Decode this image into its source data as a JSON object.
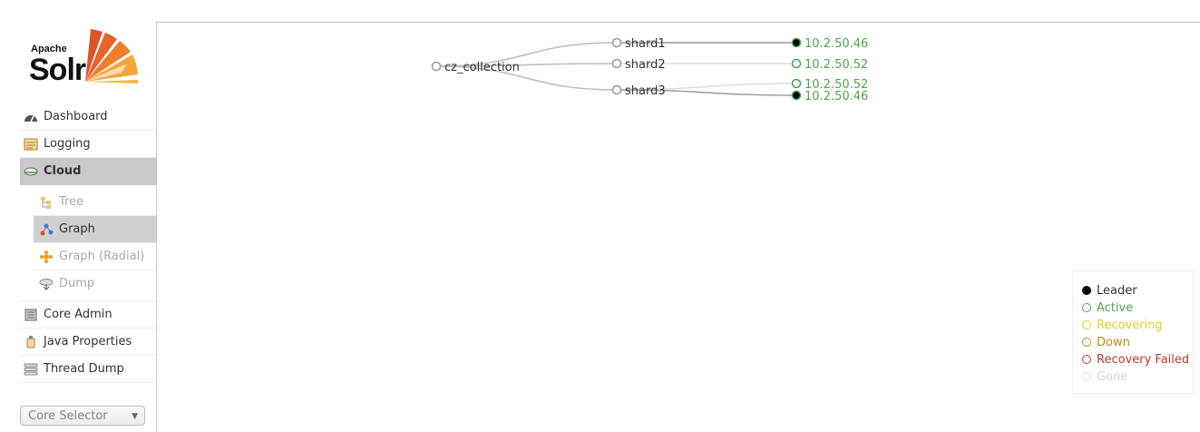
{
  "logo": {
    "line1": "Apache",
    "line2": "Solr"
  },
  "menu": {
    "dashboard": "Dashboard",
    "logging": "Logging",
    "cloud": "Cloud",
    "tree": "Tree",
    "graph": "Graph",
    "graph_radial": "Graph (Radial)",
    "dump": "Dump",
    "core_admin": "Core Admin",
    "java_properties": "Java Properties",
    "thread_dump": "Thread Dump"
  },
  "core_selector": {
    "label": "Core Selector"
  },
  "graph": {
    "collection": "cz_collection",
    "shards": [
      {
        "name": "shard1",
        "replicas": [
          {
            "host": "10.2.50.46",
            "state": "leader"
          }
        ]
      },
      {
        "name": "shard2",
        "replicas": [
          {
            "host": "10.2.50.52",
            "state": "active"
          }
        ]
      },
      {
        "name": "shard3",
        "replicas": [
          {
            "host": "10.2.50.52",
            "state": "active"
          },
          {
            "host": "10.2.50.46",
            "state": "leader"
          }
        ]
      }
    ]
  },
  "legend": {
    "leader": "Leader",
    "active": "Active",
    "recovering": "Recovering",
    "down": "Down",
    "recovery_failed": "Recovery Failed",
    "gone": "Gone"
  },
  "colors": {
    "leader": "#000000",
    "active": "#4aa64a",
    "recovering": "#d4d42a",
    "down": "#c08a1a",
    "recovery_failed": "#c0392b",
    "gone": "#e2e2e2",
    "node_stroke": "#999999",
    "link": "#bbbbbb",
    "accent": "#d9542c"
  }
}
